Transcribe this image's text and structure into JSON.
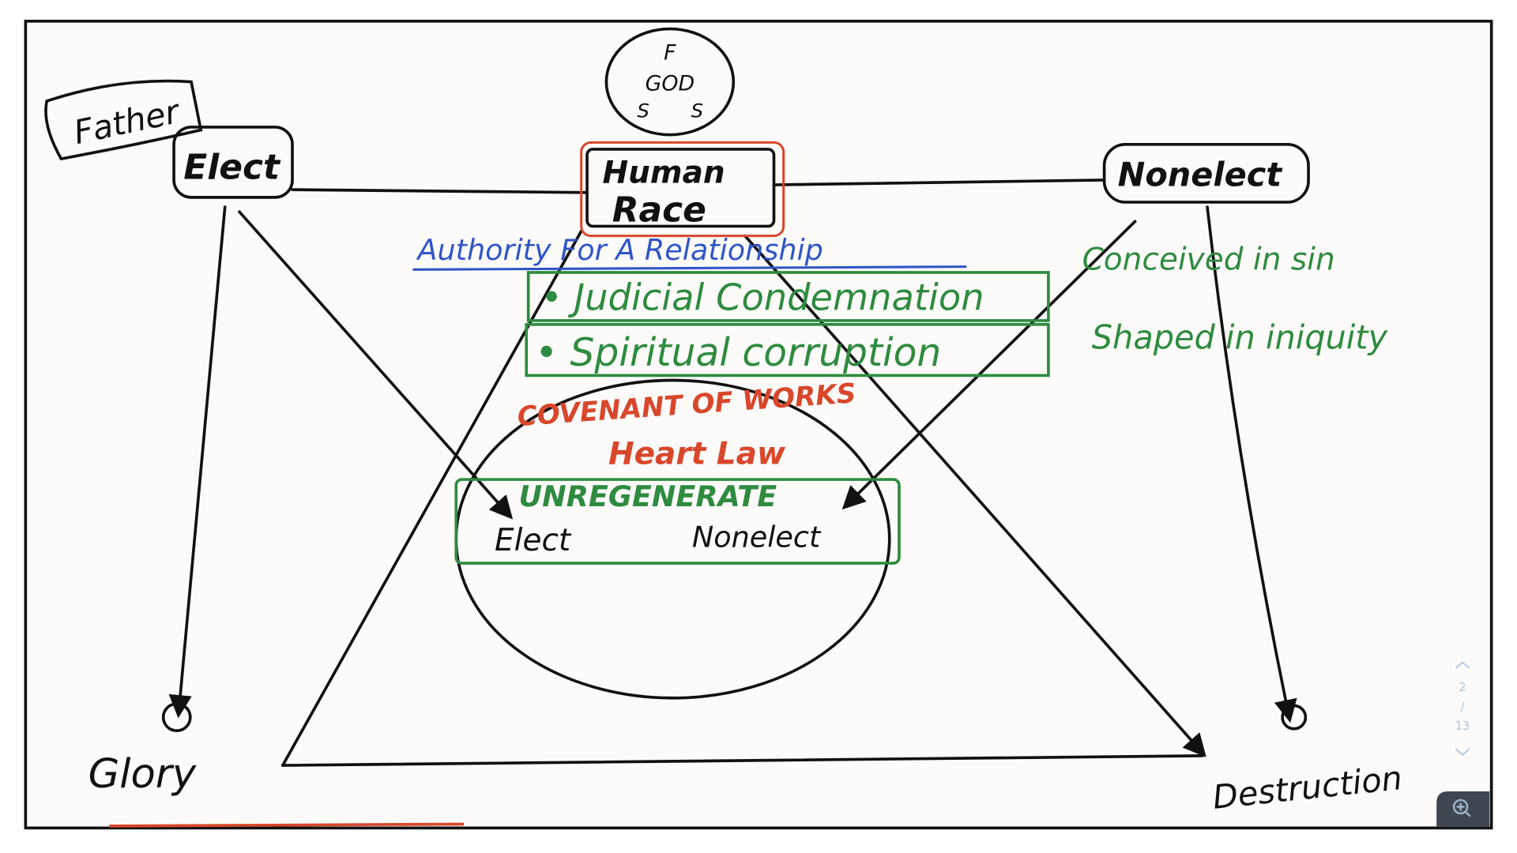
{
  "diagram": {
    "father_label": "Father",
    "elect_label": "Elect",
    "godhead": {
      "top": "F",
      "middle": "GOD",
      "left": "S",
      "right": "S"
    },
    "human_race": [
      "Human",
      "Race"
    ],
    "nonelect_label": "Nonelect",
    "authority": "Authority For A Relationship",
    "judicial": "• Judicial Condemnation",
    "spiritual": "• Spiritual corruption",
    "conceived": "Conceived in sin",
    "shaped": "Shaped in iniquity",
    "covenant": "COVENANT OF WORKS",
    "heart_law": "Heart Law",
    "unregenerate": "UNREGENERATE",
    "inner_elect": "Elect",
    "inner_nonelect": "Nonelect",
    "glory": "Glory",
    "destruction": "Destruction"
  },
  "pager": {
    "current": "2",
    "separator": "/",
    "total": "13"
  },
  "colors": {
    "ink": "#111111",
    "red": "#d9472b",
    "blue": "#2f55c8",
    "green": "#2e8b3f",
    "pager": "#a9c4e6",
    "zoom_bg": "#3f4650"
  }
}
